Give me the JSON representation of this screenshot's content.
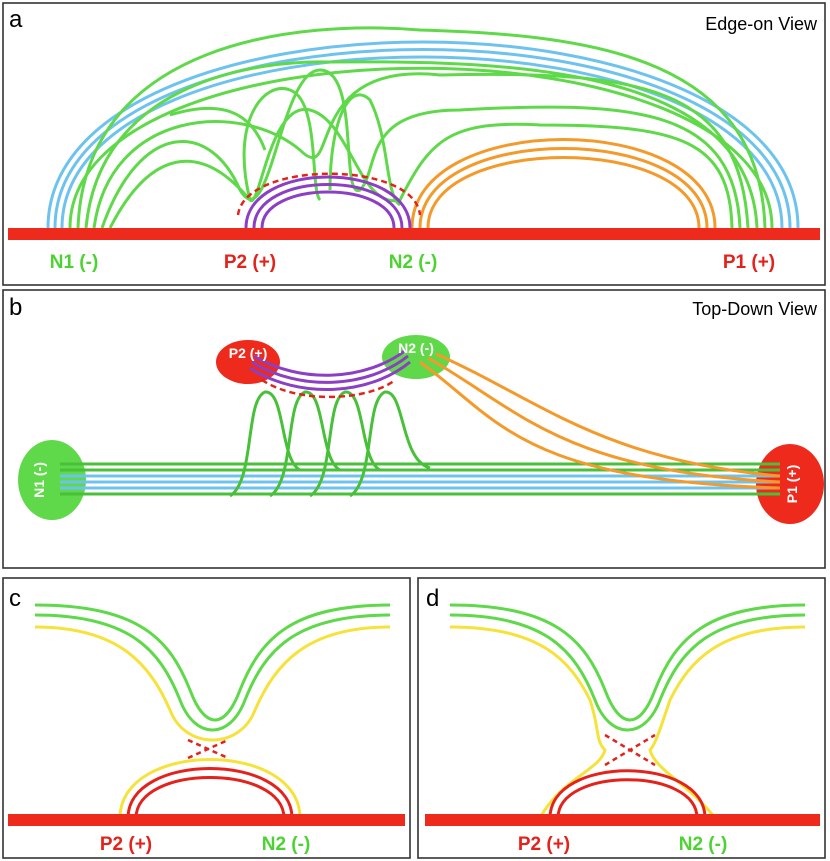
{
  "colors": {
    "photosphere": "#ee2a1c",
    "positive_text": "#e3231b",
    "negative_text": "#4dd331",
    "blue_field": "#6ec3ee",
    "green_field": "#5fd94a",
    "green_field_dark": "#49c03a",
    "orange_field": "#f39a2b",
    "purple_field": "#8c3fc4",
    "yellow_field": "#f5e23a",
    "red_field": "#e3231b",
    "pos_blob": "#ee2a1c",
    "neg_blob": "#5fd94a"
  },
  "panels": {
    "a": {
      "letter": "a",
      "title": "Edge-on View",
      "labels": {
        "n1": "N1 (-)",
        "p2": "P2 (+)",
        "n2": "N2 (-)",
        "p1": "P1 (+)"
      }
    },
    "b": {
      "letter": "b",
      "title": "Top-Down View",
      "labels": {
        "n1": "N1 (-)",
        "p2": "P2 (+)",
        "n2": "N2 (-)",
        "p1": "P1 (+)"
      }
    },
    "c": {
      "letter": "c",
      "labels": {
        "p2": "P2 (+)",
        "n2": "N2 (-)"
      }
    },
    "d": {
      "letter": "d",
      "labels": {
        "p2": "P2 (+)",
        "n2": "N2 (-)"
      }
    }
  }
}
